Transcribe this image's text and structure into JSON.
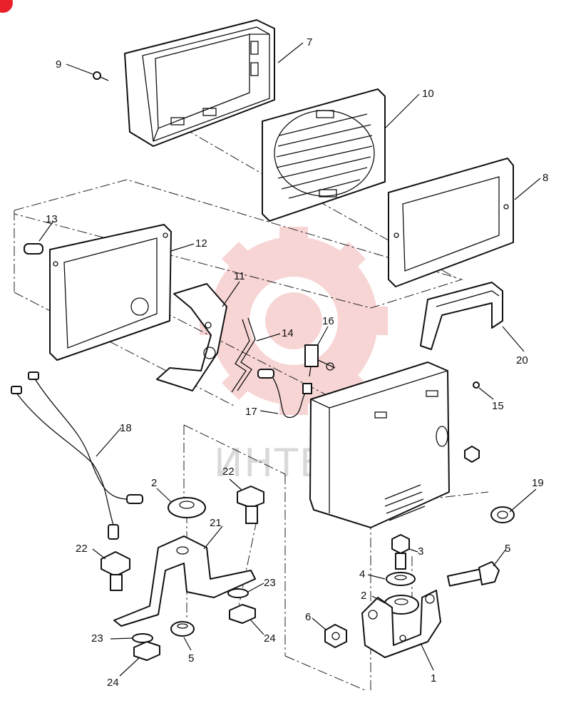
{
  "diagram": {
    "watermark_text": "ИНТЕХ",
    "corner_mark_color": "#e8202a",
    "watermark_color": "#f2b6b6",
    "callouts": {
      "c1": "1",
      "c2a": "2",
      "c2b": "2",
      "c3": "3",
      "c4": "4",
      "c5a": "5",
      "c5b": "5",
      "c6": "6",
      "c7": "7",
      "c8": "8",
      "c9": "9",
      "c10": "10",
      "c11": "11",
      "c12": "12",
      "c13": "13",
      "c14": "14",
      "c15": "15",
      "c16": "16",
      "c17": "17",
      "c18": "18",
      "c19": "19",
      "c20": "20",
      "c21": "21",
      "c22a": "22",
      "c22b": "22",
      "c23a": "23",
      "c23b": "23",
      "c24a": "24",
      "c24b": "24"
    }
  }
}
